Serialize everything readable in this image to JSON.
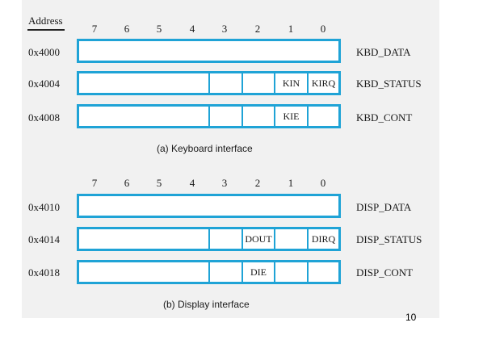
{
  "address_header": "Address",
  "bit_numbers": [
    "7",
    "6",
    "5",
    "4",
    "3",
    "2",
    "1",
    "0"
  ],
  "keyboard": {
    "caption": "(a) Keyboard interface",
    "registers": [
      {
        "address": "0x4000",
        "name": "KBD_DATA",
        "fields": []
      },
      {
        "address": "0x4004",
        "name": "KBD_STATUS",
        "fields": [
          "KIN",
          "KIRQ"
        ]
      },
      {
        "address": "0x4008",
        "name": "KBD_CONT",
        "fields": [
          "KIE"
        ]
      }
    ]
  },
  "display": {
    "caption": "(b) Display interface",
    "registers": [
      {
        "address": "0x4010",
        "name": "DISP_DATA",
        "fields": []
      },
      {
        "address": "0x4014",
        "name": "DISP_STATUS",
        "fields": [
          "DOUT",
          "DIRQ"
        ]
      },
      {
        "address": "0x4018",
        "name": "DISP_CONT",
        "fields": [
          "DIE"
        ]
      }
    ]
  },
  "page_number": "10",
  "colors": {
    "register_border": "#1fa3d6",
    "panel_background": "#f1f1f1"
  }
}
